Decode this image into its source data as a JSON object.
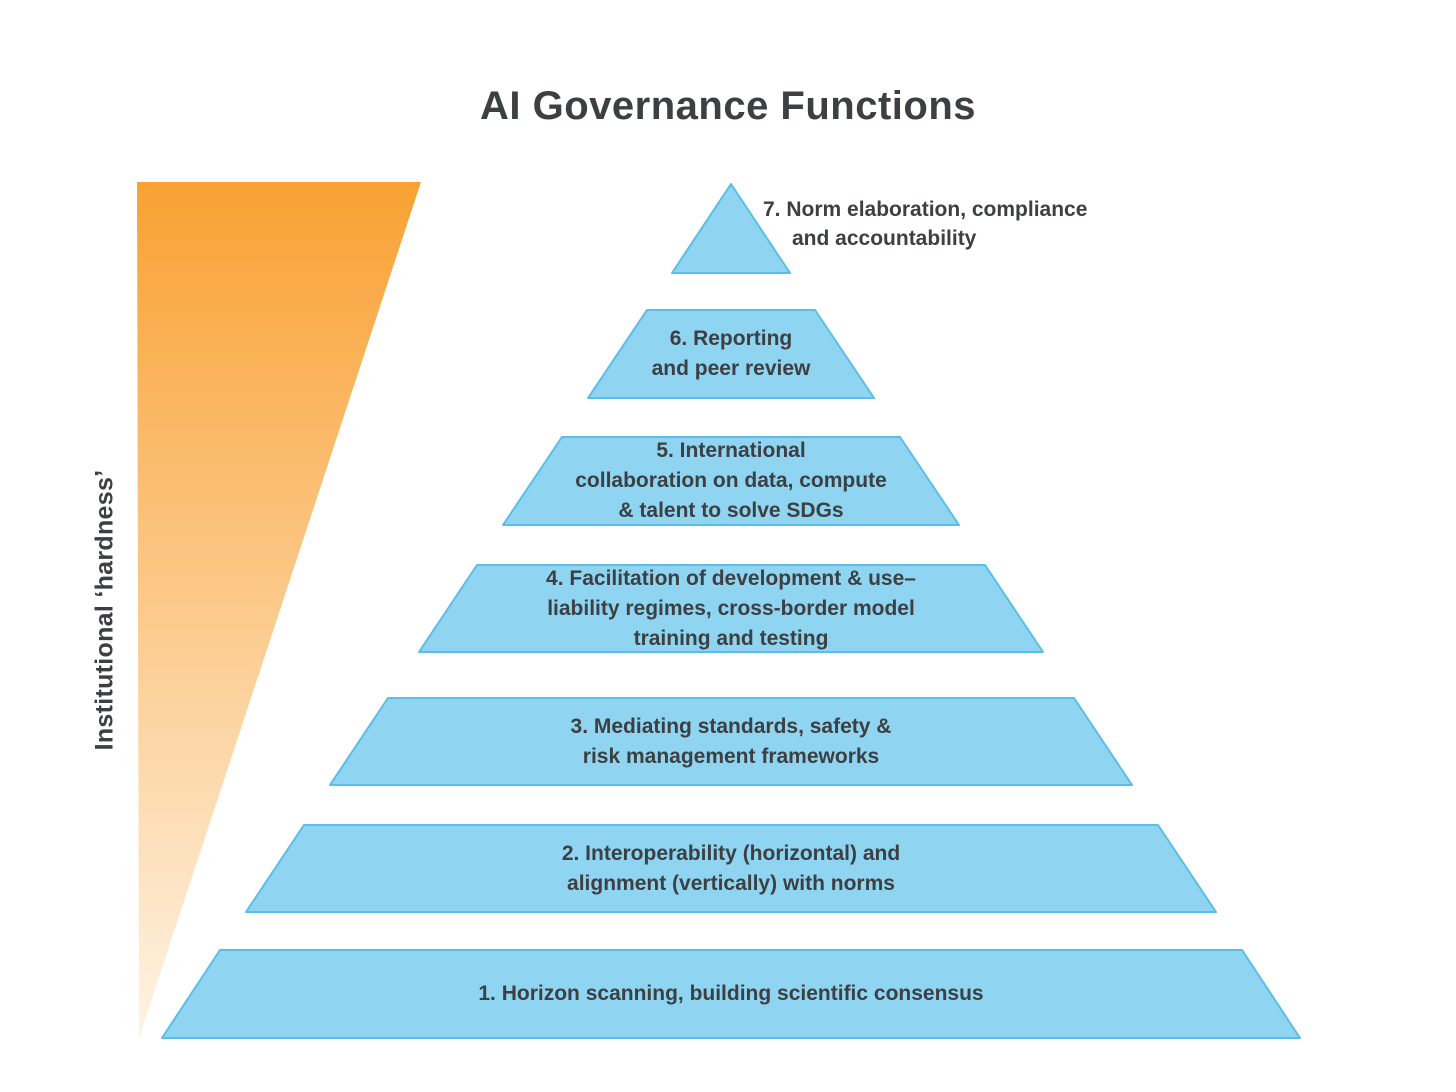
{
  "title": "AI Governance Functions",
  "axis": {
    "label": "Institutional ‘hardness’"
  },
  "colors": {
    "background": "#FFFFFF",
    "text": "#3C4043",
    "level_fill": "#8FD4F1",
    "level_stroke": "#5ABEE8",
    "hardness_top": "#F9A133",
    "hardness_bottom": "#FEF3E4"
  },
  "pyramid": {
    "levels": [
      {
        "number": "7",
        "lines": [
          "7. Norm elaboration, compliance",
          "and accountability"
        ]
      },
      {
        "number": "6",
        "lines": [
          "6. Reporting",
          "and peer review"
        ]
      },
      {
        "number": "5",
        "lines": [
          "5. International",
          "collaboration on data, compute",
          "& talent to solve SDGs"
        ]
      },
      {
        "number": "4",
        "lines": [
          "4. Facilitation of development & use–",
          "liability regimes, cross-border model",
          "training and testing"
        ]
      },
      {
        "number": "3",
        "lines": [
          "3. Mediating standards, safety &",
          "risk management frameworks"
        ]
      },
      {
        "number": "2",
        "lines": [
          "2. Interoperability (horizontal) and",
          "alignment (vertically) with norms"
        ]
      },
      {
        "number": "1",
        "lines": [
          "1. Horizon scanning, building scientific consensus"
        ]
      }
    ]
  }
}
